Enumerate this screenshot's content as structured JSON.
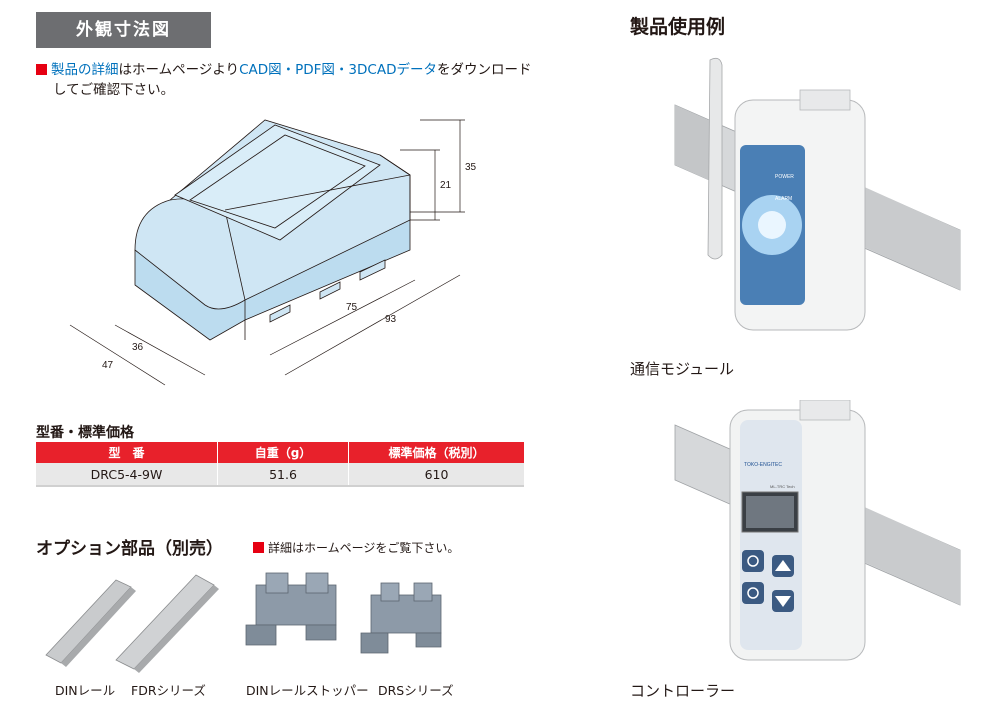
{
  "section_tag": "外観寸法図",
  "note": {
    "part1": "製品の詳細",
    "part2": "はホームページより",
    "part3": "CAD図・PDF図・3DCADデータ",
    "part4": "をダウンロード",
    "part5": "してご確認下さい。"
  },
  "dimensions": {
    "d35": "35",
    "d21": "21",
    "d75": "75",
    "d93": "93",
    "d36": "36",
    "d47": "47"
  },
  "price_table": {
    "heading": "型番・標準価格",
    "headers": [
      "型　番",
      "自重（g）",
      "標準価格（税別）"
    ],
    "rows": [
      [
        "DRC5-4-9W",
        "51.6",
        "610"
      ]
    ]
  },
  "options": {
    "title": "オプション部品（別売）",
    "note": "詳細はホームページをご覧下さい。",
    "items": [
      "DINレール",
      "FDRシリーズ",
      "DINレールストッパー",
      "DRSシリーズ"
    ]
  },
  "usage": {
    "title": "製品使用例",
    "caption1": "通信モジュール",
    "caption2": "コントローラー",
    "device1_labels": [
      "POWER",
      "ALARM"
    ],
    "device2_labels": [
      "TOKO-ENGITEC",
      "ML-TRC Tech"
    ]
  },
  "colors": {
    "accent_red": "#e60012",
    "header_red": "#e8212b",
    "tag_gray": "#6d6e71",
    "link_blue": "#0071bc",
    "box_blue": "#cfe6f4"
  }
}
